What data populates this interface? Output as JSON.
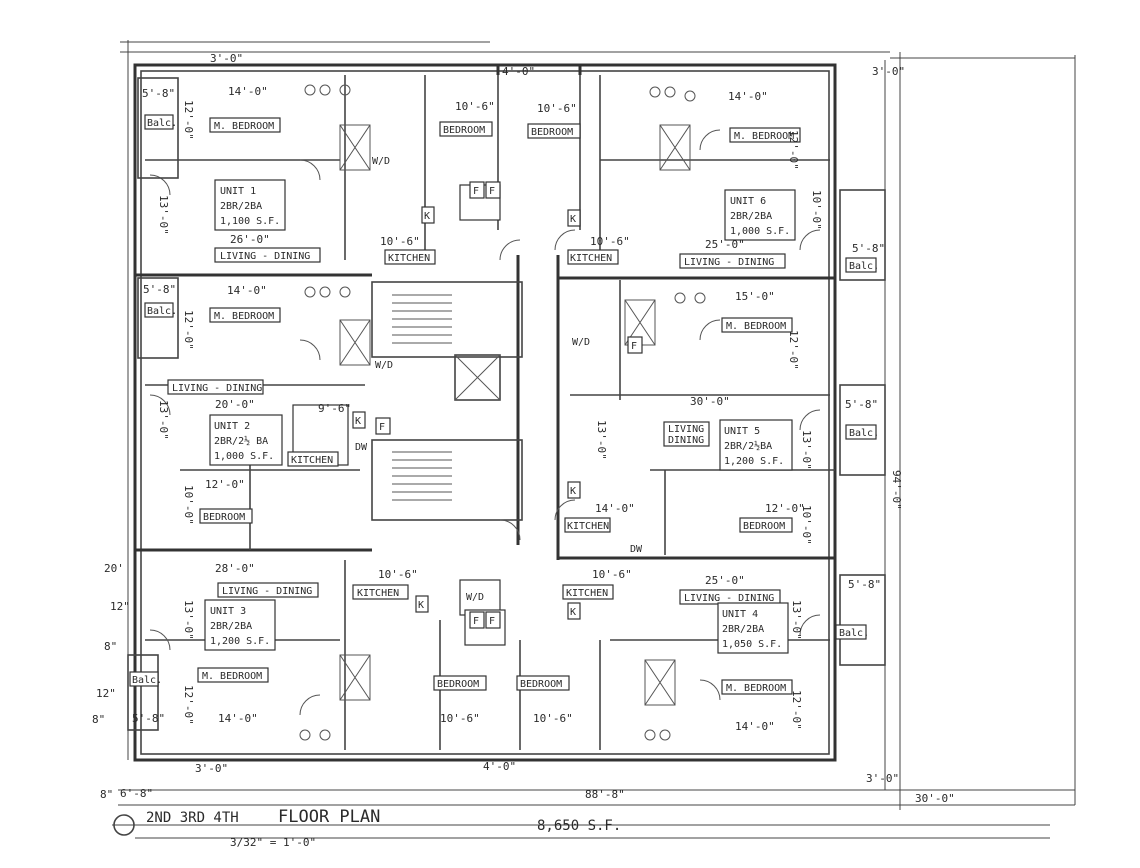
{
  "title": {
    "floors": "2ND 3RD 4TH",
    "name": "FLOOR PLAN",
    "scale": "3/32\" = 1'-0\"",
    "area": "8,650 S.F."
  },
  "units": [
    {
      "name": "UNIT 1",
      "type": "2BR/2BA",
      "area": "1,100 S.F."
    },
    {
      "name": "UNIT 2",
      "type": "2BR/2½ BA",
      "area": "1,000 S.F."
    },
    {
      "name": "UNIT 3",
      "type": "2BR/2BA",
      "area": "1,200 S.F."
    },
    {
      "name": "UNIT 4",
      "type": "2BR/2BA",
      "area": "1,050 S.F."
    },
    {
      "name": "UNIT 5",
      "type": "2BR/2½BA",
      "area": "1,200 S.F."
    },
    {
      "name": "UNIT 6",
      "type": "2BR/2BA",
      "area": "1,000 S.F."
    }
  ],
  "rooms": {
    "master_bedroom": "M. BEDROOM",
    "bedroom": "BEDROOM",
    "living_dining": "LIVING - DINING",
    "kitchen": "KITCHEN",
    "balcony": "Balc.",
    "living": "LIVING",
    "dining": "DINING"
  },
  "fixtures": {
    "fridge": "F",
    "kitchen_mark": "K",
    "dishwasher": "DW",
    "washer_dryer": "W/D"
  },
  "dims": {
    "overall_width": "88'-8\"",
    "overall_depth": "94'-0\"",
    "setback_right": "30'-0\"",
    "side_3": "3'-0\"",
    "four": "4'-0\"",
    "balc": "5'-8\"",
    "balc_short": "5'-8\"",
    "m14": "14'-0\"",
    "m15": "15'-0\"",
    "b10_6": "10'-6\"",
    "b12": "12'-0\"",
    "l26": "26'-0\"",
    "l25": "25'-0\"",
    "l20": "20'-0\"",
    "l28": "28'-0\"",
    "l30": "30'-0\"",
    "k10_6": "10'-6\"",
    "k9_6": "9'-6\"",
    "d13": "13'-0\"",
    "d10": "10'-0\"",
    "k14": "14'-0\"",
    "e6_8": "6'-8\"",
    "e8": "8\"",
    "e12": "12\"",
    "e20": "20'"
  }
}
